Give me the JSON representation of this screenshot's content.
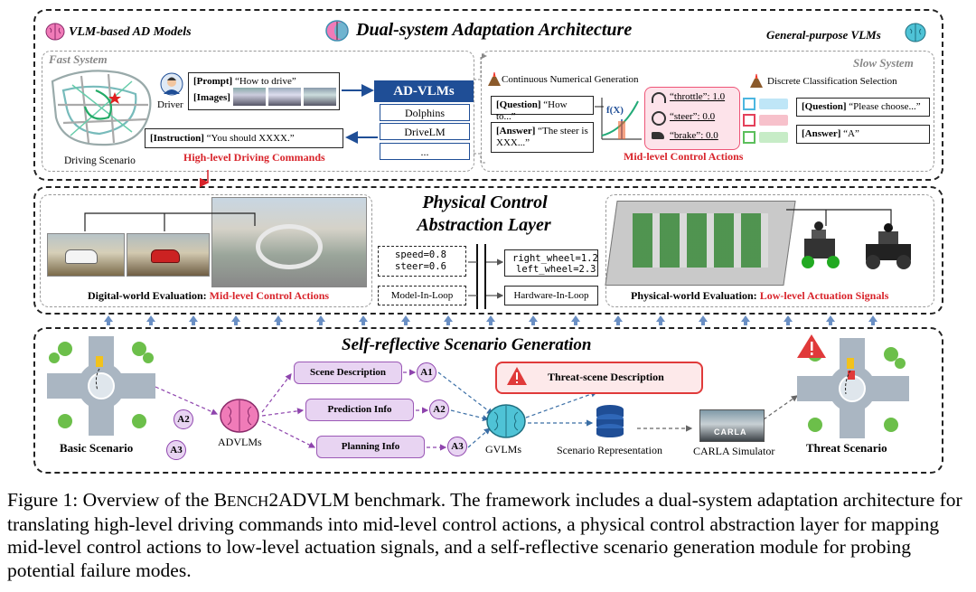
{
  "top": {
    "title": "Dual-system Adaptation Architecture",
    "left_header": "VLM-based AD Models",
    "right_header": "General-purpose VLMs",
    "fast_system": "Fast System",
    "slow_system": "Slow System",
    "driver": "Driver",
    "prompt_tag": "[Prompt]",
    "prompt_text": "“How to drive”",
    "images_tag": "[Images]",
    "instruction_tag": "[Instruction]",
    "instruction_text": "“You should XXXX.”",
    "driving_scenario": "Driving Scenario",
    "high_level": "High-level Driving Commands",
    "advlms_header": "AD-VLMs",
    "advlms_items": [
      "Dolphins",
      "DriveLM",
      "..."
    ],
    "continuous": "Continuous Numerical Generation",
    "discrete": "Discrete Classification Selection",
    "q1_tag": "[Question]",
    "q1_text": "“How to...”",
    "a1_tag": "[Answer]",
    "a1_text": "“The steer is XXX...”",
    "fx": "f(X)",
    "throttle": "“throttle”: 1.0",
    "steer": "“steer”: 0.0",
    "brake": "“brake”: 0.0",
    "mid_level": "Mid-level Control Actions",
    "q2_tag": "[Question]",
    "q2_text": "“Please choose...”",
    "a2_tag": "[Answer]",
    "a2_text": "“A”"
  },
  "middle": {
    "title_line1": "Physical Control",
    "title_line2": "Abstraction Layer",
    "speed": "speed=0.8",
    "steer": "steer=0.6",
    "right_wheel": "right_wheel=1.2",
    "left_wheel": "left_wheel=2.3",
    "mil": "Model-In-Loop",
    "hil": "Hardware-In-Loop",
    "digital_prefix": "Digital-world Evaluation:",
    "digital_suffix": "Mid-level Control Actions",
    "physical_prefix": "Physical-world Evaluation:",
    "physical_suffix": "Low-level Actuation Signals"
  },
  "bottom": {
    "title": "Self-reflective Scenario Generation",
    "basic": "Basic Scenario",
    "threat": "Threat Scenario",
    "advlms": "ADVLMs",
    "gvlms": "GVLMs",
    "scene_desc": "Scene Description",
    "prediction": "Prediction Info",
    "planning": "Planning Info",
    "a1": "A1",
    "a2": "A2",
    "a3": "A3",
    "threat_desc": "Threat-scene Description",
    "scenario_rep": "Scenario Representation",
    "carla": "CARLA Simulator",
    "carla_logo": "CARLA"
  },
  "caption": {
    "prefix": "Figure 1: Overview of the",
    "bench_b": "B",
    "bench_rest": "ENCH",
    "bench_tail": "2ADVLM",
    "suffix": "benchmark. The framework includes a dual-system adaptation architecture for translating high-level driving commands into mid-level control actions, a physical control abstraction layer for mapping mid-level control actions to low-level actuation signals, and a self-reflective scenario generation module for probing potential failure modes."
  },
  "colors": {
    "red": "#d8232a",
    "purple": "#8e44ad",
    "blue": "#1f4e96",
    "teal": "#3ab0b8"
  }
}
